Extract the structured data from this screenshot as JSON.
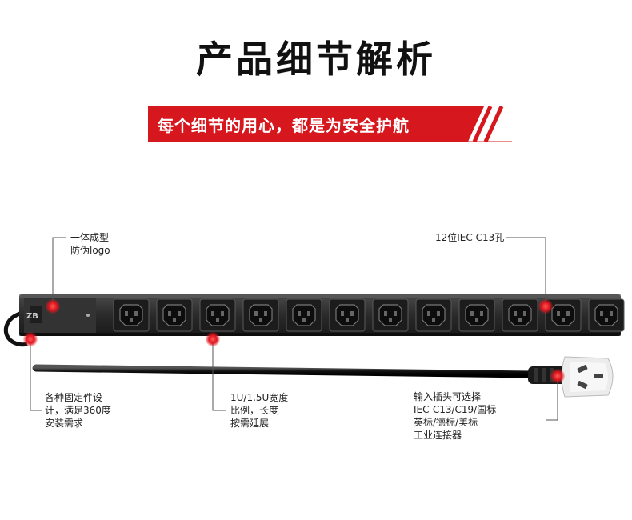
{
  "page": {
    "title": "产品细节解析",
    "banner": "每个细节的用心，都是为安全护航"
  },
  "labels": {
    "logo": [
      "一体成型",
      "防伪logo"
    ],
    "outlets": [
      "12位IEC C13孔"
    ],
    "mounting": [
      "各种固定件设",
      "计，满足360度",
      "安装需求"
    ],
    "width": [
      "1U/1.5U宽度",
      "比例，长度",
      "按需延展"
    ],
    "plug": [
      "输入插头可选择",
      "IEC-C13/C19/国标",
      "英标/德标/美标",
      "工业连接器"
    ]
  },
  "product": {
    "logo_mark": "ZB",
    "outlet_count": 12
  },
  "colors": {
    "banner_red": "#d6171e",
    "marker_red": "#e0161e",
    "bar_body": "#2b2b2b"
  }
}
